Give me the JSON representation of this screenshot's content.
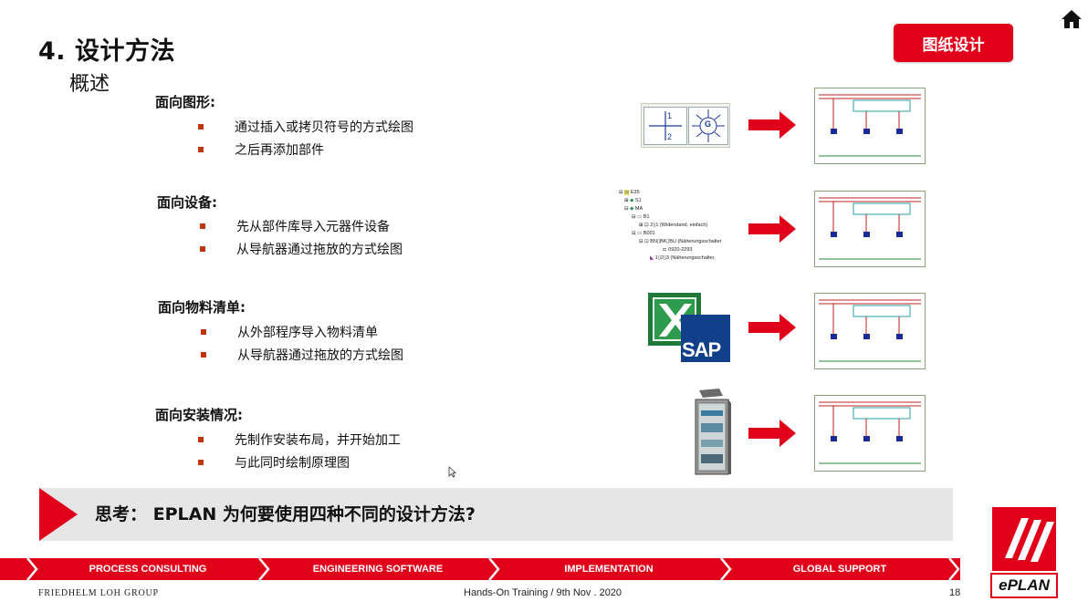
{
  "header": {
    "title": "4. 设计方法",
    "subtitle": "概述",
    "tag": "图纸设计"
  },
  "sections": [
    {
      "heading": "面向图形:",
      "bullets": [
        "通过插入或拷贝符号的方式绘图",
        "之后再添加部件"
      ]
    },
    {
      "heading": "面向设备:",
      "bullets": [
        "先从部件库导入元器件设备",
        "从导航器通过拖放的方式绘图"
      ]
    },
    {
      "heading": "面向物料清单:",
      "bullets": [
        "从外部程序导入物料清单",
        "从导航器通过拖放的方式绘图"
      ]
    },
    {
      "heading": "面向安装情况:",
      "bullets": [
        "先制作安装布局，并开始加工",
        "与此同时绘制原理图"
      ]
    }
  ],
  "symbol_panel": {
    "top_label": "1",
    "bottom_label": "2",
    "motor_label": "G"
  },
  "tree": [
    "E35",
    "S1",
    "MA",
    "B1",
    "2▯1 (Widerstand, einfach)",
    "B001",
    "BN▯BK▯BU (Näherungsschalter",
    "0920-2293",
    "1▯2▯3 (Näherungsschalter,"
  ],
  "sap_label": "SAP",
  "think": "思考： EPLAN 为何要使用四种不同的设计方法?",
  "band": [
    "PROCESS CONSULTING",
    "ENGINEERING SOFTWARE",
    "IMPLEMENTATION",
    "GLOBAL SUPPORT"
  ],
  "footer": {
    "company": "FRIEDHELM LOH GROUP",
    "center": "Hands-On Training / 9th Nov . 2020",
    "page": "18"
  },
  "logo_text": "ePLAN",
  "colors": {
    "accent": "#e1001a",
    "bullet": "#c0360c",
    "think_bg": "#e6e6e6"
  }
}
